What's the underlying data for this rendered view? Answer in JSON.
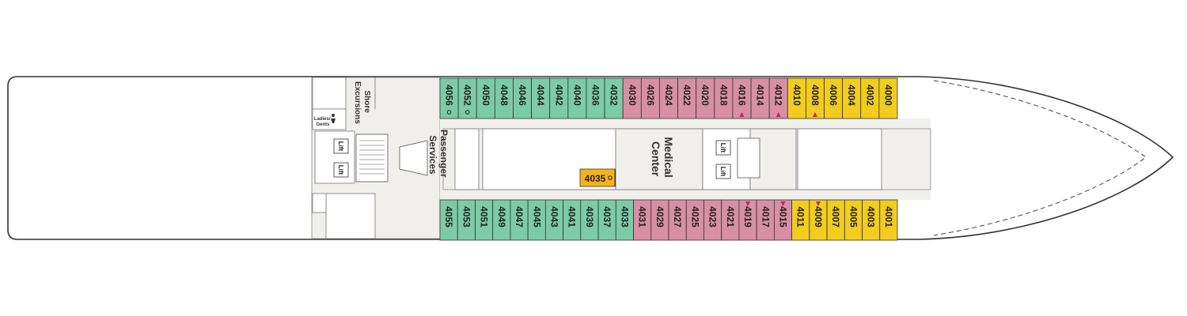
{
  "colors": {
    "green": "#7ccba8",
    "pink": "#d88fa6",
    "yellow": "#f2cc1f",
    "orange": "#f6b21a",
    "hull_fill": "#ffffff",
    "deck_fill": "#f0efec",
    "outline": "#333333",
    "accessible_marker": "#c0285a"
  },
  "cabins": {
    "top_row": [
      {
        "number": "4056",
        "color": "green",
        "marker": "circle"
      },
      {
        "number": "4052",
        "color": "green",
        "marker": "circle"
      },
      {
        "number": "4050",
        "color": "green"
      },
      {
        "number": "4048",
        "color": "green"
      },
      {
        "number": "4046",
        "color": "green"
      },
      {
        "number": "4044",
        "color": "green"
      },
      {
        "number": "4042",
        "color": "green"
      },
      {
        "number": "4040",
        "color": "green"
      },
      {
        "number": "4036",
        "color": "green"
      },
      {
        "number": "4032",
        "color": "green"
      },
      {
        "number": "4030",
        "color": "pink"
      },
      {
        "number": "4026",
        "color": "pink"
      },
      {
        "number": "4024",
        "color": "pink"
      },
      {
        "number": "4022",
        "color": "pink"
      },
      {
        "number": "4020",
        "color": "pink"
      },
      {
        "number": "4018",
        "color": "pink"
      },
      {
        "number": "4016",
        "color": "pink",
        "marker": "triangle"
      },
      {
        "number": "4014",
        "color": "pink"
      },
      {
        "number": "4012",
        "color": "pink",
        "marker": "triangle"
      },
      {
        "number": "4010",
        "color": "yellow"
      },
      {
        "number": "4008",
        "color": "yellow",
        "marker": "triangle"
      },
      {
        "number": "4006",
        "color": "yellow"
      },
      {
        "number": "4004",
        "color": "yellow"
      },
      {
        "number": "4002",
        "color": "yellow"
      },
      {
        "number": "4000",
        "color": "yellow"
      }
    ],
    "bottom_row": [
      {
        "number": "4055",
        "color": "green"
      },
      {
        "number": "4053",
        "color": "green"
      },
      {
        "number": "4051",
        "color": "green"
      },
      {
        "number": "4049",
        "color": "green"
      },
      {
        "number": "4047",
        "color": "green"
      },
      {
        "number": "4045",
        "color": "green"
      },
      {
        "number": "4043",
        "color": "green"
      },
      {
        "number": "4041",
        "color": "green"
      },
      {
        "number": "4039",
        "color": "green"
      },
      {
        "number": "4037",
        "color": "green"
      },
      {
        "number": "4033",
        "color": "green"
      },
      {
        "number": "4031",
        "color": "pink"
      },
      {
        "number": "4029",
        "color": "pink"
      },
      {
        "number": "4027",
        "color": "pink"
      },
      {
        "number": "4025",
        "color": "pink"
      },
      {
        "number": "4023",
        "color": "pink"
      },
      {
        "number": "4021",
        "color": "pink"
      },
      {
        "number": "4019",
        "color": "pink",
        "marker": "triangle"
      },
      {
        "number": "4017",
        "color": "pink"
      },
      {
        "number": "4015",
        "color": "pink",
        "marker": "triangle"
      },
      {
        "number": "4011",
        "color": "yellow"
      },
      {
        "number": "4009",
        "color": "yellow",
        "marker": "triangle"
      },
      {
        "number": "4007",
        "color": "yellow"
      },
      {
        "number": "4005",
        "color": "yellow"
      },
      {
        "number": "4003",
        "color": "yellow"
      },
      {
        "number": "4001",
        "color": "yellow"
      }
    ],
    "center": {
      "number": "4035",
      "color": "orange",
      "marker": "circle"
    }
  },
  "labels": {
    "medical_center": "Medical Center",
    "passenger_services": "Passenger Services",
    "shore_excursions": "Shore Excursions",
    "restroom": "Ladies/ Gents",
    "lift": "Lift"
  }
}
